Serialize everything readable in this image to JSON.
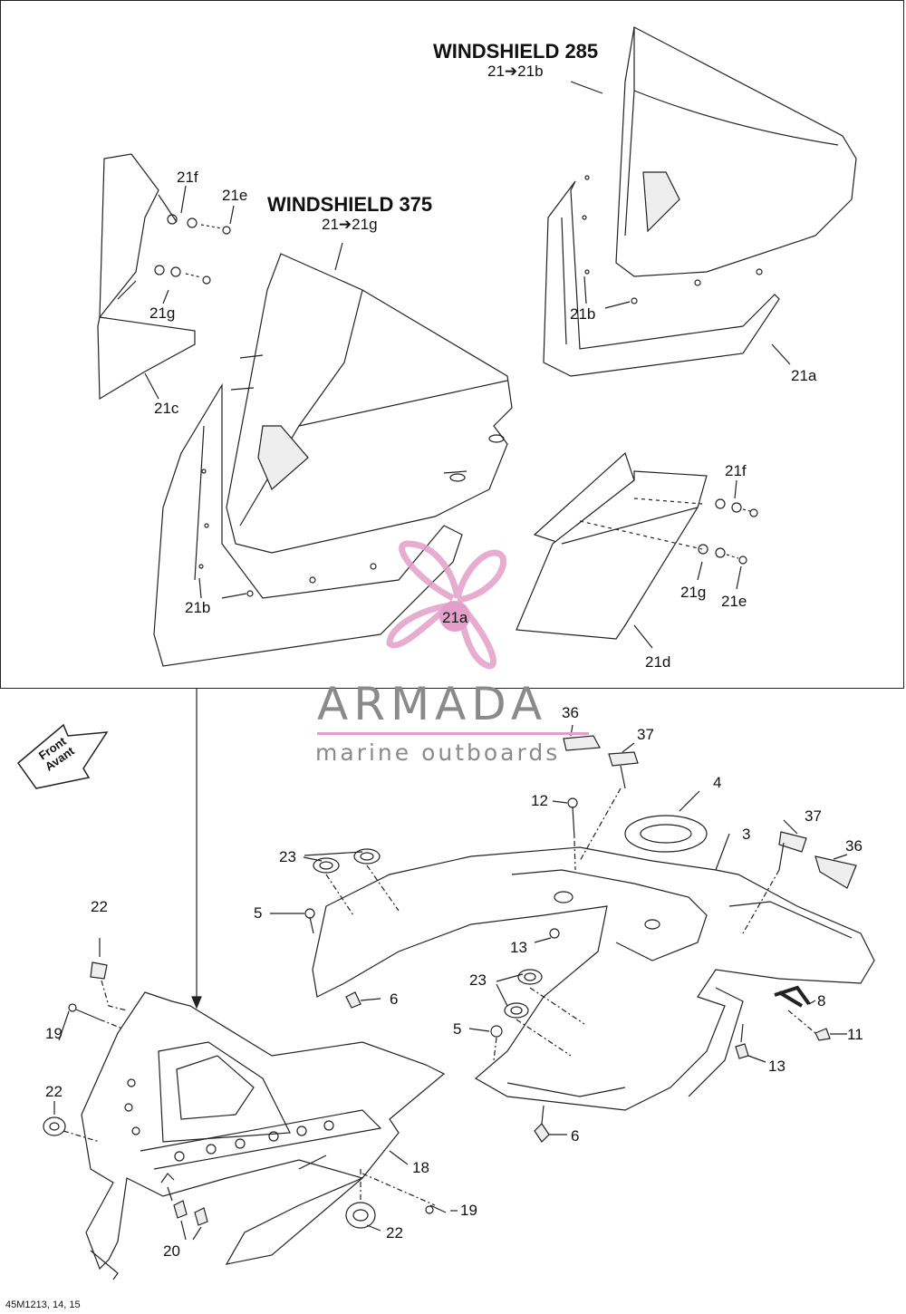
{
  "titles": {
    "windshield_285": "WINDSHIELD 285",
    "windshield_285_range": "21➔21b",
    "windshield_375": "WINDSHIELD 375",
    "windshield_375_range": "21➔21g"
  },
  "watermark": {
    "name": "ARMADA",
    "tagline": "marine outboards",
    "circle_label": "21a",
    "accent_color": "#e39fc9"
  },
  "front_arrow": {
    "line1": "Front",
    "line2": "Avant"
  },
  "callouts": {
    "inset": {
      "c21f_top": "21f",
      "c21e_top": "21e",
      "c21g_top": "21g",
      "c21c": "21c",
      "c21b_left": "21b",
      "c21b_right": "21b",
      "c21a_right": "21a",
      "c21f_right": "21f",
      "c21g_right": "21g",
      "c21e_right": "21e",
      "c21d": "21d"
    },
    "main": {
      "c36_top": "36",
      "c37_top": "37",
      "c4": "4",
      "c12": "12",
      "c3": "3",
      "c37_right": "37",
      "c36_right": "36",
      "c23_top": "23",
      "c5_top": "5",
      "c13_mid": "13",
      "c6_top": "6",
      "c23_mid": "23",
      "c5_mid": "5",
      "c8": "8",
      "c11": "11",
      "c13_right": "13",
      "c6_bottom": "6",
      "c22_top": "22",
      "c19_left": "19",
      "c22_left": "22",
      "c18": "18",
      "c19_right": "19",
      "c22_bottom": "22",
      "c20": "20"
    }
  },
  "footer": {
    "code": "45M1213, 14, 15"
  },
  "colors": {
    "line": "#222222",
    "watermark_text": "#8a8a8a",
    "watermark_accent": "#e39fc9"
  }
}
